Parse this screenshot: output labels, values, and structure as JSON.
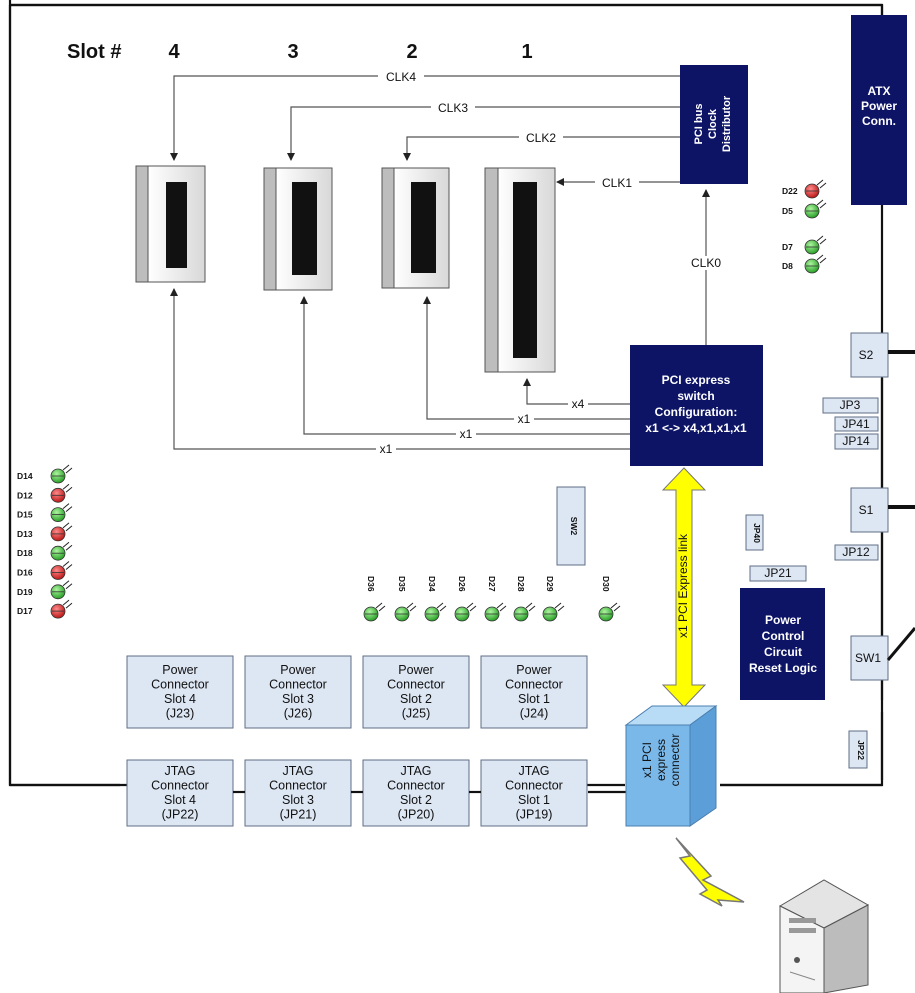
{
  "header": {
    "slot_label": "Slot #",
    "slots": [
      "4",
      "3",
      "2",
      "1"
    ]
  },
  "clock": {
    "distributor": [
      "PCI bus",
      "Clock",
      "Distributor"
    ],
    "lines": [
      "CLK4",
      "CLK3",
      "CLK2",
      "CLK1",
      "CLK0"
    ]
  },
  "atx": [
    "ATX",
    "Power",
    "Conn."
  ],
  "pcie_switch": [
    "PCI express",
    "switch",
    "Configuration:",
    "x1 <-> x4,x1,x1,x1"
  ],
  "lanes": [
    "x4",
    "x1",
    "x1",
    "x1"
  ],
  "link_label": "x1 PCI Express link",
  "pcie_connector": [
    "x1 PCI",
    "express",
    "connector"
  ],
  "power_control": [
    "Power",
    "Control",
    "Circuit",
    "Reset Logic"
  ],
  "switches": [
    "S2",
    "S1",
    "SW1",
    "SW2"
  ],
  "jumpers": [
    "JP3",
    "JP41",
    "JP14",
    "JP12",
    "JP21",
    "JP40",
    "JP22"
  ],
  "leds_right": [
    {
      "label": "D22",
      "color": "#d42020"
    },
    {
      "label": "D5",
      "color": "#2fbf2f"
    },
    {
      "label": "D7",
      "color": "#2fbf2f"
    },
    {
      "label": "D8",
      "color": "#2fbf2f"
    }
  ],
  "leds_left": [
    {
      "label": "D14",
      "color": "#2fbf2f"
    },
    {
      "label": "D12",
      "color": "#d42020"
    },
    {
      "label": "D15",
      "color": "#2fbf2f"
    },
    {
      "label": "D13",
      "color": "#d42020"
    },
    {
      "label": "D18",
      "color": "#2fbf2f"
    },
    {
      "label": "D16",
      "color": "#d42020"
    },
    {
      "label": "D19",
      "color": "#2fbf2f"
    },
    {
      "label": "D17",
      "color": "#d42020"
    }
  ],
  "leds_row": [
    {
      "label": "D36",
      "color": "#2fbf2f"
    },
    {
      "label": "D35",
      "color": "#2fbf2f"
    },
    {
      "label": "D34",
      "color": "#2fbf2f"
    },
    {
      "label": "D26",
      "color": "#2fbf2f"
    },
    {
      "label": "D27",
      "color": "#2fbf2f"
    },
    {
      "label": "D28",
      "color": "#2fbf2f"
    },
    {
      "label": "D29",
      "color": "#2fbf2f"
    },
    {
      "label": "D30",
      "color": "#2fbf2f"
    }
  ],
  "power_connectors": [
    [
      "Power",
      "Connector",
      "Slot 4",
      "(J23)"
    ],
    [
      "Power",
      "Connector",
      "Slot 3",
      "(J26)"
    ],
    [
      "Power",
      "Connector",
      "Slot 2",
      "(J25)"
    ],
    [
      "Power",
      "Connector",
      "Slot 1",
      "(J24)"
    ]
  ],
  "jtag_connectors": [
    [
      "JTAG",
      "Connector",
      "Slot 4",
      "(JP22)"
    ],
    [
      "JTAG",
      "Connector",
      "Slot 3",
      "(JP21)"
    ],
    [
      "JTAG",
      "Connector",
      "Slot 2",
      "(JP20)"
    ],
    [
      "JTAG",
      "Connector",
      "Slot 1",
      "(JP19)"
    ]
  ],
  "colors": {
    "navy": "#0d1466",
    "green_led": "#2fbf2f",
    "red_led": "#d42020",
    "link_yellow": "#ffff00",
    "connector_blue": "#7ab8ea",
    "box_fill": "#dde6f3"
  }
}
